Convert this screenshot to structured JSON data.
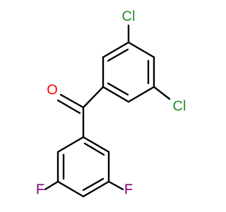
{
  "molecule": {
    "atoms": {
      "chlorine_top": "Cl",
      "chlorine_right": "Cl",
      "oxygen": "O",
      "fluorine_left": "F",
      "fluorine_right": "F"
    },
    "colors": {
      "bond": "#000000",
      "chlorine": "#228B22",
      "oxygen": "#FF0000",
      "fluorine": "#800080"
    }
  }
}
